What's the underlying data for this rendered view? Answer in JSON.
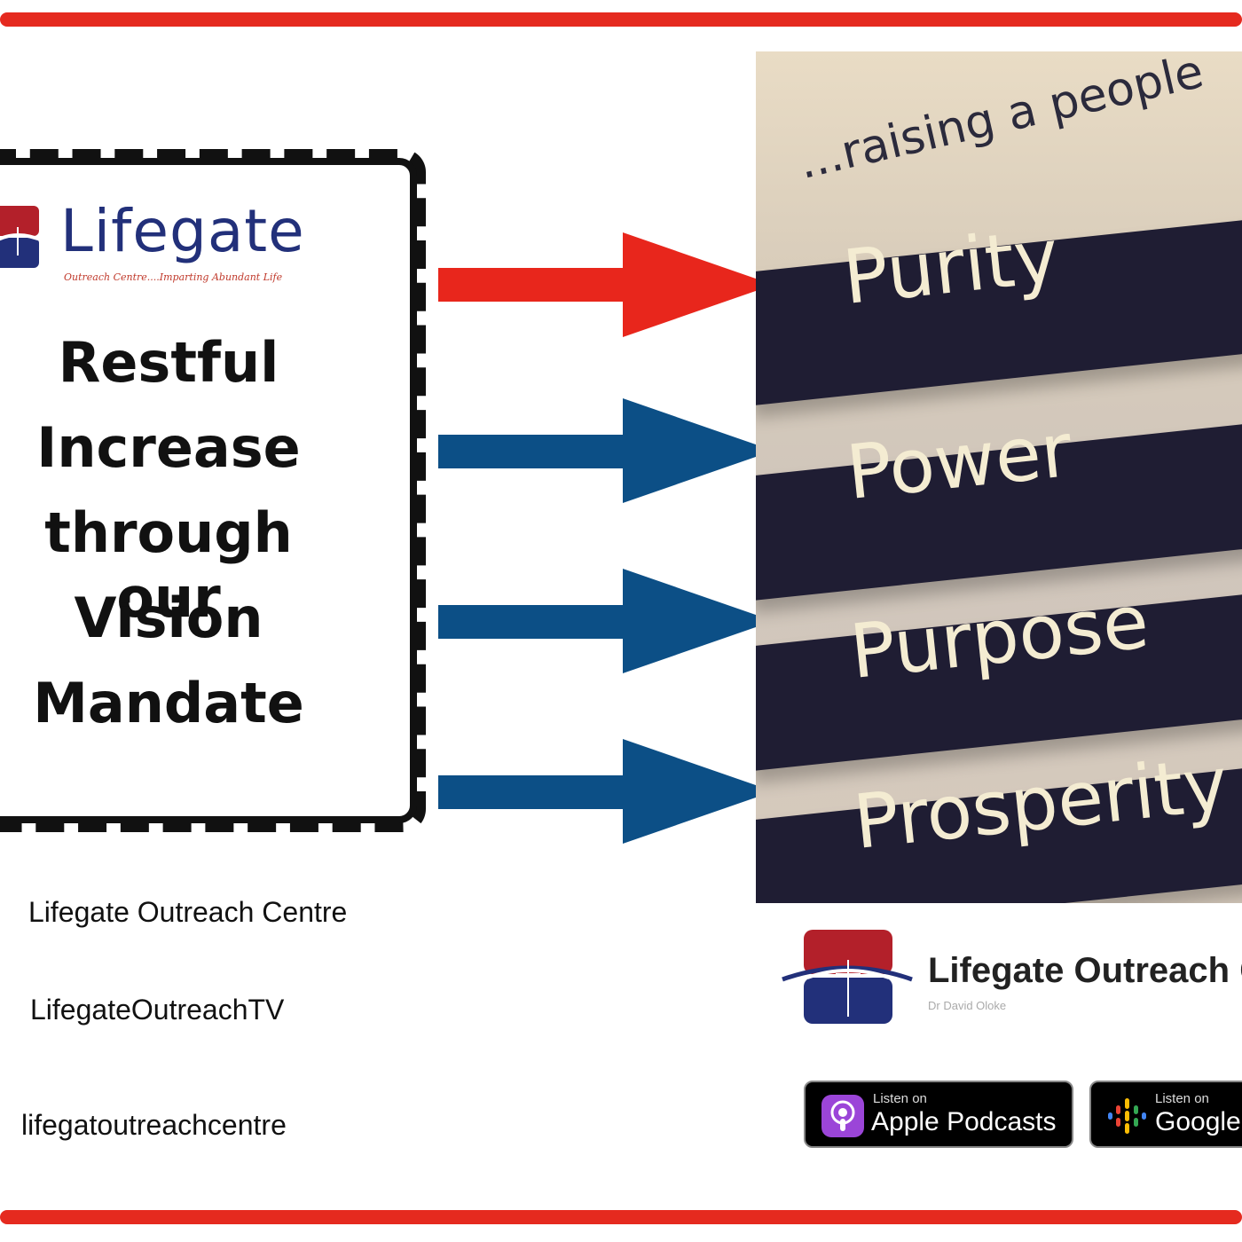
{
  "brand": {
    "name": "Lifegate",
    "tagline": "Outreach Centre....Imparting Abundant Life",
    "logo_colors": {
      "red": "#b3202a",
      "blue": "#22307a"
    }
  },
  "vision_title_lines": [
    "Restful",
    "Increase",
    "through our",
    "Vision",
    "Mandate"
  ],
  "vision_image": {
    "heading": "...raising a people",
    "pillars": [
      "Purity",
      "Power",
      "Purpose",
      "Prosperity"
    ]
  },
  "arrow_colors": {
    "first": "#e8261c",
    "others": "#0c4f86"
  },
  "social": {
    "facebook": "Lifegate Outreach Centre",
    "youtube": "LifegateOutreachTV",
    "instagram": "lifegatoutreachcentre"
  },
  "podcast": {
    "title": "Lifegate Outreach C",
    "author": "Dr David Oloke",
    "badges": [
      {
        "small": "Listen on",
        "big": "Apple Podcasts",
        "icon": "apple-podcasts-icon"
      },
      {
        "small": "Listen on",
        "big": "Google",
        "icon": "google-podcasts-icon"
      }
    ]
  },
  "border_color": "#e52a1f"
}
